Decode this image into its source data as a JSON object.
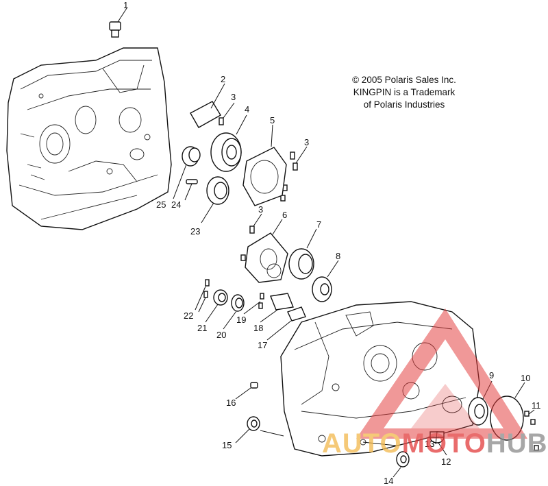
{
  "copyright": {
    "line1": "© 2005 Polaris Sales Inc.",
    "line2": "KINGPIN is a Trademark",
    "line3": "of Polaris Industries"
  },
  "callouts": [
    "1",
    "2",
    "3",
    "4",
    "5",
    "3",
    "3",
    "6",
    "7",
    "8",
    "25",
    "24",
    "23",
    "22",
    "21",
    "20",
    "19",
    "18",
    "17",
    "16",
    "15",
    "14",
    "13",
    "12",
    "9",
    "10",
    "11"
  ],
  "watermark": {
    "part1": "AUTO",
    "part2": "MOTO",
    "part3": "HUB",
    "color1": "#f2b84b",
    "color2": "#e23b3b",
    "color3": "#8a8a8a"
  }
}
